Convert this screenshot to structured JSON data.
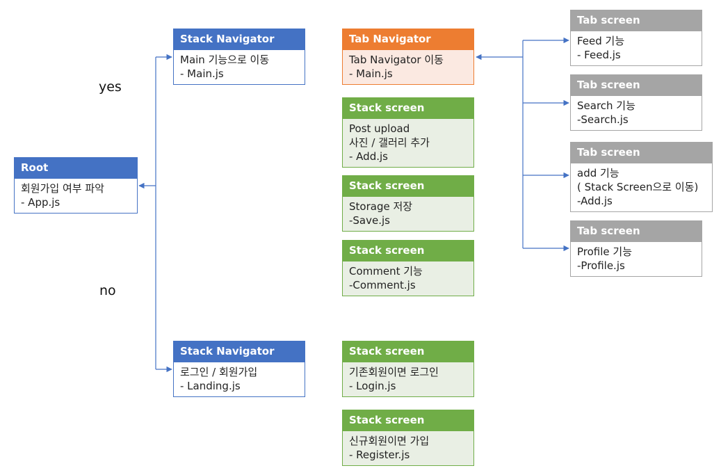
{
  "labels": {
    "yes": "yes",
    "no": "no"
  },
  "nodes": {
    "root": {
      "title": "Root",
      "lines": [
        "회원가입 여부 파악",
        "- App.js"
      ]
    },
    "stack_main": {
      "title": "Stack Navigator",
      "lines": [
        "Main 기능으로 이동",
        "- Main.js"
      ]
    },
    "stack_land": {
      "title": "Stack Navigator",
      "lines": [
        "로그인 / 회원가입",
        "- Landing.js"
      ]
    },
    "tab_nav": {
      "title": "Tab Navigator",
      "lines": [
        "Tab Navigator 이동",
        "- Main.js"
      ]
    },
    "add": {
      "title": "Stack screen",
      "lines": [
        "Post upload",
        "사진 / 갤러리 추가",
        "- Add.js"
      ]
    },
    "save": {
      "title": "Stack screen",
      "lines": [
        "Storage 저장",
        "-Save.js"
      ]
    },
    "comment": {
      "title": "Stack screen",
      "lines": [
        "Comment 기능",
        "-Comment.js"
      ]
    },
    "login": {
      "title": "Stack screen",
      "lines": [
        "기존회원이면 로그인",
        "- Login.js"
      ]
    },
    "register": {
      "title": "Stack screen",
      "lines": [
        "신규회원이면 가입",
        "- Register.js"
      ]
    },
    "feed": {
      "title": "Tab screen",
      "lines": [
        "Feed 기능",
        "- Feed.js"
      ]
    },
    "search": {
      "title": "Tab screen",
      "lines": [
        "Search 기능",
        "-Search.js"
      ]
    },
    "addtab": {
      "title": "Tab screen",
      "lines": [
        "add 기능",
        "( Stack Screen으로 이동)",
        "-Add.js"
      ]
    },
    "profile": {
      "title": "Tab screen",
      "lines": [
        "Profile 기능",
        "-Profile.js"
      ]
    }
  },
  "colors": {
    "connector": "#4472c4",
    "stack_navigator": "#4472c4",
    "tab_navigator": "#ed7d31",
    "stack_screen": "#70ad47",
    "tab_screen": "#a5a5a5"
  }
}
